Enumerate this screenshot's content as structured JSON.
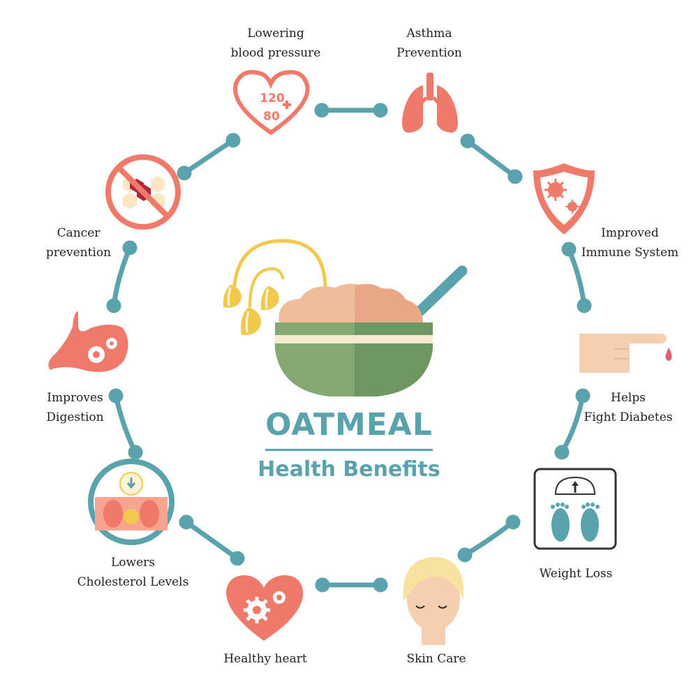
{
  "title": "OATMEAL",
  "subtitle": "Health Benefits",
  "colors": {
    "teal": "#5aa3ac",
    "coral": "#f07a6a",
    "bowl_green": "#6d9660",
    "oat_beige": "#e8b090",
    "skin": "#f5d0b0",
    "hair": "#f8e2a0",
    "grain_yellow": "#f2c94c"
  },
  "benefits": [
    {
      "id": "blood-pressure",
      "line1": "Lowering",
      "line2": "blood pressure",
      "icon": "heart-blood-pressure-icon",
      "icon_text1": "120",
      "icon_text2": "80"
    },
    {
      "id": "asthma",
      "line1": "Asthma",
      "line2": "Prevention",
      "icon": "lungs-icon"
    },
    {
      "id": "immune",
      "line1": "Improved",
      "line2": "Immune System",
      "icon": "shield-virus-icon"
    },
    {
      "id": "diabetes",
      "line1": "Helps",
      "line2": "Fight Diabetes",
      "icon": "finger-blood-drop-icon"
    },
    {
      "id": "weight",
      "line1": "Weight Loss",
      "line2": "",
      "icon": "scale-icon"
    },
    {
      "id": "skin",
      "line1": "Skin Care",
      "line2": "",
      "icon": "face-icon"
    },
    {
      "id": "heart",
      "line1": "Healthy heart",
      "line2": "",
      "icon": "heart-gears-icon"
    },
    {
      "id": "cholesterol",
      "line1": "Lowers",
      "line2": "Cholesterol Levels",
      "icon": "artery-icon"
    },
    {
      "id": "digestion",
      "line1": "Improves",
      "line2": "Digestion",
      "icon": "stomach-gears-icon"
    },
    {
      "id": "cancer",
      "line1": "Cancer",
      "line2": "prevention",
      "icon": "no-cancer-icon"
    }
  ]
}
